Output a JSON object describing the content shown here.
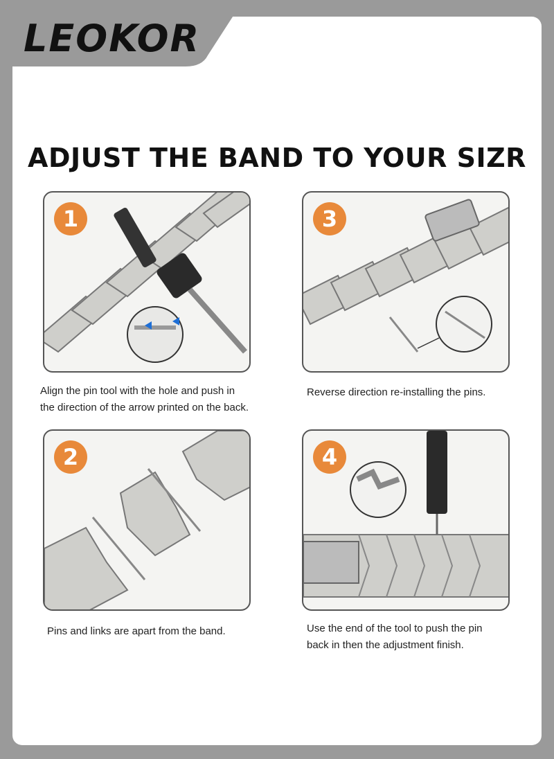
{
  "brand": {
    "logo_text": "LEOKOR",
    "accent": "#1e9ad6"
  },
  "headline": "ADJUST THE BAND TO YOUR SIZR",
  "colors": {
    "badge": "#e8893a",
    "frame": "#555555",
    "background": "#9a9a9a"
  },
  "steps": [
    {
      "number": "1",
      "caption_lines": [
        "Align the pin tool with the hole and push in",
        "the direction of the arrow printed on the back."
      ]
    },
    {
      "number": "3",
      "caption_lines": [
        "Reverse direction re-installing the pins.",
        ""
      ]
    },
    {
      "number": "2",
      "caption_lines": [
        "Pins and links are apart from the band.",
        ""
      ]
    },
    {
      "number": "4",
      "caption_lines": [
        "Use the end of the tool to push the pin",
        "back in then the adjustment finish."
      ]
    }
  ]
}
